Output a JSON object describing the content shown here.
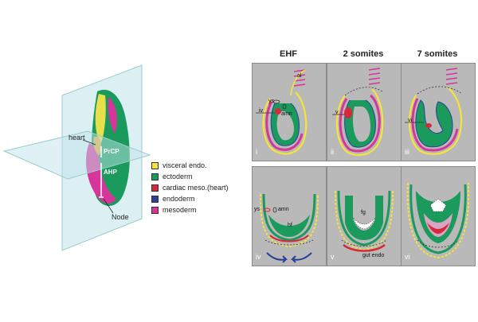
{
  "embryo": {
    "labels": {
      "heart": "heart",
      "prcp": "PrCP",
      "ahp": "AHP",
      "node": "Node"
    }
  },
  "legend": [
    {
      "label": "visceral endo.",
      "color": "#f5e43a"
    },
    {
      "label": "ectoderm",
      "color": "#1a9a5c"
    },
    {
      "label": "cardiac meso.(heart)",
      "color": "#d62a3a"
    },
    {
      "label": "endoderm",
      "color": "#2b3f9a"
    },
    {
      "label": "mesoderm",
      "color": "#d8359a"
    }
  ],
  "columns": [
    "EHF",
    "2 somites",
    "7 somites"
  ],
  "panels": {
    "top": [
      {
        "numeral": "i",
        "labels": {
          "al": "al",
          "ys": "ys",
          "amn": "amn",
          "iv": "iv"
        }
      },
      {
        "numeral": "ii",
        "labels": {
          "v": "v"
        }
      },
      {
        "numeral": "iii",
        "labels": {
          "vi": "vi"
        }
      }
    ],
    "bottom": [
      {
        "numeral": "iv",
        "labels": {
          "ys": "ys",
          "amn": "amn",
          "hf": "hf"
        }
      },
      {
        "numeral": "v",
        "labels": {
          "fg": "fg",
          "gut_endo": "gut endo"
        }
      },
      {
        "numeral": "vi",
        "labels": {}
      }
    ]
  }
}
